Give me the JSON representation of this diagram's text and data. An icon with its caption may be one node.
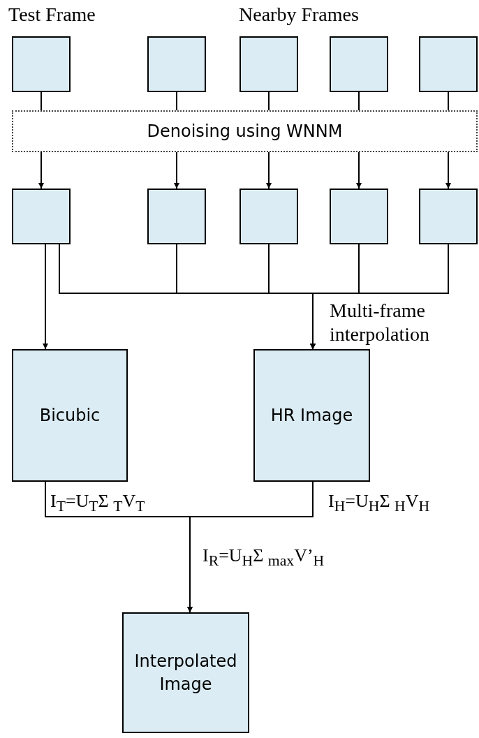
{
  "diagram": {
    "nodes": [
      {
        "text": [],
        "shape": "box",
        "beside": [
          "Test Frame"
        ]
      },
      {
        "text": [],
        "shape": "box"
      },
      {
        "text": [],
        "shape": "box"
      },
      {
        "text": [],
        "shape": "box"
      },
      {
        "text": [],
        "shape": "box"
      },
      {
        "text": [
          "Denoising using WNNM"
        ]
      },
      {
        "text": [],
        "shape": "box"
      },
      {
        "text": [],
        "shape": "box"
      },
      {
        "text": [],
        "shape": "box"
      },
      {
        "text": [],
        "shape": "box"
      },
      {
        "text": [],
        "shape": "box"
      },
      {
        "text": [
          "Bicubic"
        ],
        "beside": [
          "I$_{T}$=U$_{T}$Σ $_{T}$V$_{T}$"
        ]
      },
      {
        "text": [
          "HR Image"
        ],
        "beside": [
          "I$_{H}$=U$_{H}$Σ $_{H}$V$_{H}$"
        ]
      },
      {
        "text": [
          "Interpolated Image"
        ]
      }
    ],
    "edges": [
      {
        "from": 0,
        "to": 5,
        "arrow": "none"
      },
      {
        "from": 1,
        "to": 5,
        "arrow": "none"
      },
      {
        "from": 2,
        "to": 5,
        "arrow": "none"
      },
      {
        "from": 3,
        "to": 5,
        "arrow": "none"
      },
      {
        "from": 4,
        "to": 5,
        "arrow": "none"
      },
      {
        "from": 5,
        "to": 6,
        "arrow": "to"
      },
      {
        "from": 5,
        "to": 7,
        "arrow": "to"
      },
      {
        "from": 5,
        "to": 8,
        "arrow": "to"
      },
      {
        "from": 5,
        "to": 9,
        "arrow": "to"
      },
      {
        "from": 5,
        "to": 10,
        "arrow": "to"
      },
      {
        "from": 6,
        "to": 11,
        "arrow": "to"
      },
      {
        "from": 6,
        "to": 12,
        "arrow": "to"
      },
      {
        "from": 7,
        "to": 12,
        "arrow": "to"
      },
      {
        "from": 8,
        "to": 12,
        "arrow": "to"
      },
      {
        "from": 9,
        "to": 12,
        "arrow": "to"
      },
      {
        "from": 10,
        "to": 12,
        "arrow": "to"
      },
      {
        "from": 11,
        "to": 13,
        "arrow": "to"
      },
      {
        "from": 12,
        "to": 13,
        "arrow": "to"
      }
    ],
    "labels": [
      "Nearby Frames",
      "Multi-frame interpolation",
      "I$_{R}$=U$_{H}$Σ $_{max}$V’$_{H}$"
    ]
  }
}
